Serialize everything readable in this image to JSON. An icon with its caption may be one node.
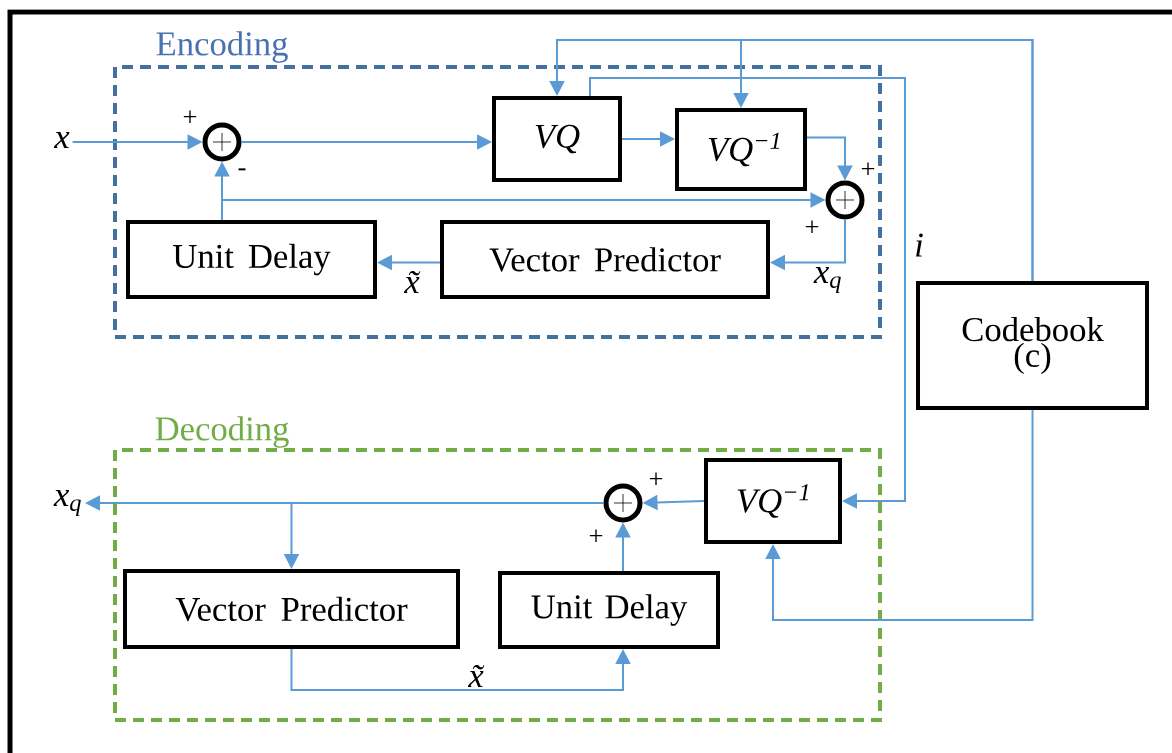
{
  "diagram": {
    "nodes": [
      {
        "text": [
          "Encoding"
        ]
      },
      {
        "text": [
          "x"
        ]
      },
      {
        "text": [],
        "shape": "circle",
        "in": 0
      },
      {
        "text": [
          "VQ"
        ],
        "in": 0
      },
      {
        "text": [
          "VQ$^{−1}$"
        ],
        "in": 0
      },
      {
        "text": [],
        "shape": "circle",
        "in": 0
      },
      {
        "text": [
          "Unit Delay"
        ],
        "in": 0
      },
      {
        "text": [
          "Vector Predictor"
        ],
        "in": 0
      },
      {
        "text": [
          "Codebook (c)"
        ]
      },
      {
        "text": [
          "Decoding"
        ]
      },
      {
        "text": [
          "x$_{q}$"
        ]
      },
      {
        "text": [],
        "shape": "circle",
        "in": 9
      },
      {
        "text": [
          "VQ$^{−1}$"
        ],
        "in": 9
      },
      {
        "text": [
          "Vector Predictor"
        ],
        "in": 9
      },
      {
        "text": [
          "Unit Delay"
        ],
        "in": 9
      }
    ],
    "edges": [
      {
        "from": 1,
        "to": 2,
        "arrow": "to"
      },
      {
        "from": 2,
        "to": 3,
        "arrow": "to"
      },
      {
        "from": 3,
        "to": 4,
        "arrow": "to"
      },
      {
        "from": 4,
        "to": 5,
        "arrow": "to"
      },
      {
        "from": 5,
        "to": 7,
        "arrow": "to",
        "label": "x$_{q}$"
      },
      {
        "from": 7,
        "to": 6,
        "arrow": "to",
        "label": "x̃"
      },
      {
        "from": 6,
        "to": 2,
        "arrow": "to"
      },
      {
        "from": 6,
        "to": 5,
        "arrow": "to"
      },
      {
        "from": 8,
        "to": 3,
        "arrow": "to"
      },
      {
        "from": 8,
        "to": 4,
        "arrow": "to"
      },
      {
        "from": 3,
        "to": 12,
        "arrow": "to",
        "label": "i"
      },
      {
        "from": 8,
        "to": 12,
        "arrow": "to"
      },
      {
        "from": 12,
        "to": 11,
        "arrow": "to"
      },
      {
        "from": 11,
        "to": 10,
        "arrow": "to"
      },
      {
        "from": 11,
        "to": 13,
        "arrow": "to"
      },
      {
        "from": 13,
        "to": 14,
        "arrow": "to",
        "label": "x̃"
      },
      {
        "from": 14,
        "to": 11,
        "arrow": "to"
      }
    ],
    "labels": [
      "+",
      "-",
      "+",
      "+",
      "+",
      "+"
    ]
  }
}
